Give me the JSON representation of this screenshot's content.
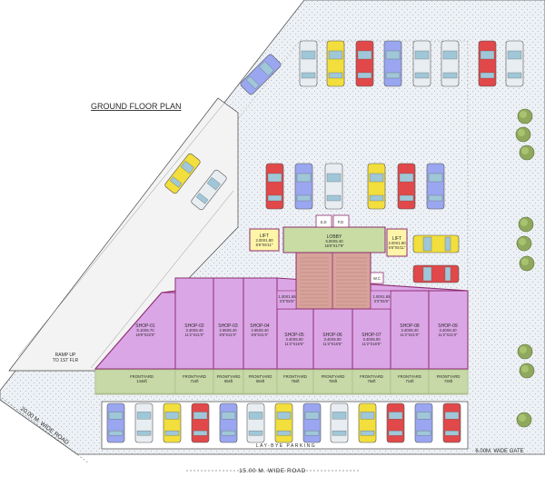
{
  "title": "GROUND FLOOR PLAN",
  "roads": {
    "left": "20.00 M. WIDE ROAD",
    "bottom": "15.00 M. WIDE ROAD",
    "gate": "6.00M. WIDE GATE"
  },
  "ramp": {
    "line1": "RAMP UP",
    "line2": "TO 1ST FLR"
  },
  "lay_bye": "LAY-BYE PARKING",
  "lobby": {
    "name": "LOBBY",
    "dims": "5.00X5.40",
    "sub": "16'6\"X17'9\""
  },
  "lifts": [
    {
      "name": "LIFT",
      "dims": "2.00X1.80",
      "sub": "6'6\"X5'11\""
    },
    {
      "name": "LIFT",
      "dims": "2.00X1.80",
      "sub": "6'6\"X5'11\""
    }
  ],
  "services": {
    "sd": "S.D",
    "fd": "F.D",
    "wc": "W.C"
  },
  "passages": [
    {
      "dims": "1.00X1.65",
      "sub": "3'3\"X5'5\""
    },
    {
      "dims": "1.00X1.65",
      "sub": "3'3\"X5'5\""
    }
  ],
  "shops": [
    {
      "name": "SHOP-01",
      "dims": "5.10X6.70",
      "sub": "16'9\"X22'0\""
    },
    {
      "name": "SHOP-02",
      "dims": "3.40X6.40",
      "sub": "11'2\"X21'0\""
    },
    {
      "name": "SHOP-03",
      "dims": "2.65X6.40",
      "sub": "8'8\"X21'0\""
    },
    {
      "name": "SHOP-04",
      "dims": "2.65X6.40",
      "sub": "8'8\"X21'0\""
    },
    {
      "name": "SHOP-05",
      "dims": "3.40X5.00",
      "sub": "11'2\"X16'5\""
    },
    {
      "name": "SHOP-06",
      "dims": "3.40X5.00",
      "sub": "11'2\"X16'5\""
    },
    {
      "name": "SHOP-07",
      "dims": "3.40X5.00",
      "sub": "11'2\"X16'5\""
    },
    {
      "name": "SHOP-08",
      "dims": "3.40X6.40",
      "sub": "11'2\"X21'0\""
    },
    {
      "name": "SHOP-09",
      "dims": "3.40X6.40",
      "sub": "11'2\"X21'0\""
    }
  ],
  "frontyards": [
    {
      "name": "FRONTYARD",
      "area": "144sft"
    },
    {
      "name": "FRONTYARD",
      "area": "71sft"
    },
    {
      "name": "FRONTYARD",
      "area": "55sft"
    },
    {
      "name": "FRONTYARD",
      "area": "55sft"
    },
    {
      "name": "FRONTYARD",
      "area": "75sft"
    },
    {
      "name": "FRONTYARD",
      "area": "78sft"
    },
    {
      "name": "FRONTYARD",
      "area": "75sft"
    },
    {
      "name": "FRONTYARD",
      "area": "71sft"
    },
    {
      "name": "FRONTYARD",
      "area": "73sft"
    }
  ],
  "colors": {
    "shop": "#dba6e6",
    "shop_border": "#8e2d70",
    "frontyard": "#c6d9a6",
    "lobby": "#c8dca3",
    "lift": "#fff5a8",
    "stair": "#d7a39a",
    "site": "#e9edf2",
    "wall": "#8e2d70"
  },
  "cars": {
    "top_row": [
      "blue",
      "white",
      "yellow",
      "red",
      "blue",
      "white",
      "white",
      "red",
      "white"
    ],
    "upper_middle": [
      "red",
      "blue",
      "white",
      "yellow",
      "red",
      "blue"
    ],
    "ramp_side": [
      "blue",
      "yellow",
      "white"
    ],
    "right_side": [
      "yellow",
      "red"
    ],
    "lay_bye": [
      "blue",
      "white",
      "yellow",
      "red",
      "blue",
      "white",
      "yellow",
      "blue",
      "white",
      "yellow",
      "red",
      "blue",
      "red"
    ]
  }
}
